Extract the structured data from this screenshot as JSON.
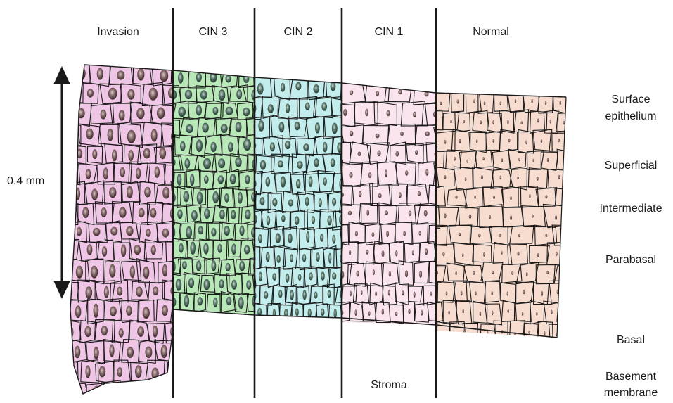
{
  "stage_headers": [
    "Invasion",
    "CIN 3",
    "CIN 2",
    "CIN 1",
    "Normal"
  ],
  "scale_label": "0.4 mm",
  "layer_labels": {
    "surface_line1": "Surface",
    "surface_line2": "epithelium",
    "superficial": "Superficial",
    "intermediate": "Intermediate",
    "parabasal": "Parabasal",
    "basal": "Basal",
    "basement_line1": "Basement",
    "basement_line2": "membrane"
  },
  "stroma_label": "Stroma",
  "colors": {
    "invasion": "#f0c6e6",
    "cin3": "#b9e8b8",
    "cin2": "#c3ecec",
    "cin1": "#fae4ee",
    "normal": "#f7dcd0",
    "nucleus_dark": "#4a3a3a",
    "line": "#1a1a1a"
  }
}
